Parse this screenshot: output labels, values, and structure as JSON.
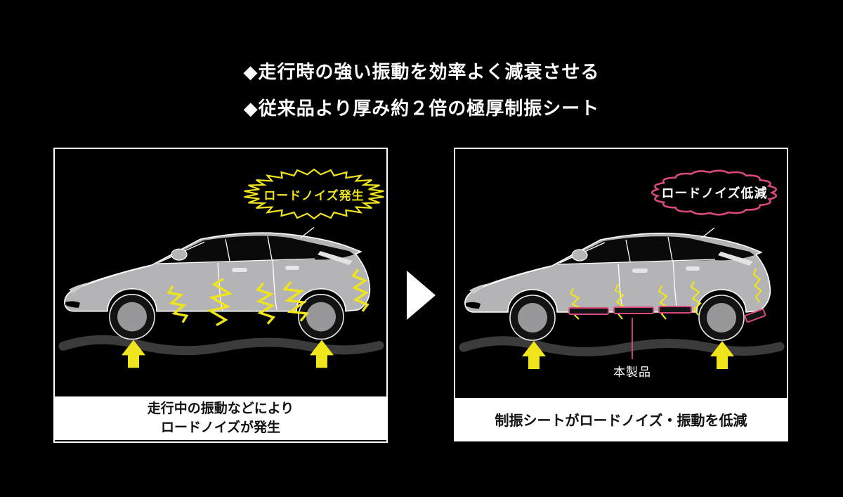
{
  "header": {
    "line1": "◆走行時の強い振動を効率よく減衰させる",
    "line2": "◆従来品より厚み約２倍の極厚制振シート"
  },
  "panels": {
    "before": {
      "badge_label": "ロードノイズ発生",
      "caption_lines": [
        "走行中の振動などにより",
        "ロードノイズが発生"
      ]
    },
    "after": {
      "badge_label": "ロードノイズ低減",
      "product_label": "本製品",
      "caption": "制振シートがロードノイズ・振動を低減"
    }
  },
  "icons": {
    "transition": "white-right-triangle-arrow",
    "vibration_input": "yellow-up-block-arrow",
    "noise_emission": "yellow-starburst-outline",
    "noise_reduced": "pink-scallop-cloud-outline",
    "vibration_marks": "yellow-zigzag-lines",
    "damping_sheet": "pink-outlined-dark-strips"
  },
  "colors": {
    "background": "#000000",
    "text": "#ffffff",
    "accent_yellow": "#f0e41c",
    "accent_pink": "#d9497f",
    "car_body": "#b4b4b6",
    "car_outline": "#ffffff",
    "window_glass": "#0a0a0a",
    "road": "#3b3b3b",
    "wheel_hub": "#98989a",
    "tire": "#131313",
    "caption_bg": "#ffffff",
    "caption_text": "#111111",
    "panel_border": "#ffffff",
    "strip_fill": "#141414"
  }
}
